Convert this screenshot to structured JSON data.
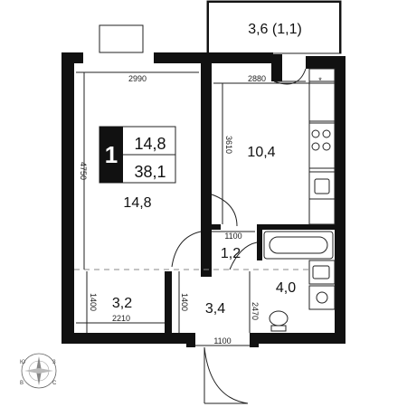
{
  "badge": {
    "number": "1",
    "living_area": "14,8",
    "total_area": "38,1"
  },
  "rooms": {
    "living": "14,8",
    "kitchen": "10,4",
    "hall": "1,2",
    "bath": "4,0",
    "small_room": "3,2",
    "corridor": "3,4",
    "balcony": "3,6 (1,1)"
  },
  "dimensions": {
    "living_width": "2990",
    "living_height": "4750",
    "kitchen_width": "2880",
    "kitchen_height": "3610",
    "hall_width": "1100",
    "small_room_width": "2210",
    "small_room_height": "1400",
    "corridor_height": "1400",
    "bath_height": "2470",
    "entrance_width": "1100"
  },
  "compass": {
    "labels": [
      "Ю",
      "З",
      "В",
      "С"
    ]
  },
  "colors": {
    "wall": "#111111",
    "line": "#222222",
    "background": "#ffffff"
  }
}
